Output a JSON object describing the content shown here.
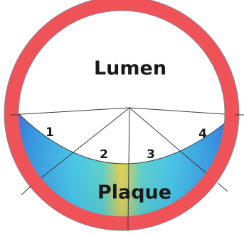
{
  "diagram": {
    "regions": {
      "lumen": "Lumen",
      "plaque": "Plaque"
    },
    "segments": [
      "1",
      "2",
      "3",
      "4"
    ],
    "colors": {
      "vessel_wall": "#ef5257",
      "wall_outline": "#8a8aa0",
      "divider_lines": "#3a3a3a",
      "plaque_gradient": [
        "#6a3fbf",
        "#2f8fde",
        "#3fc4e6",
        "#57d1c6",
        "#f2d23a",
        "#57d1c6",
        "#3fc4e6",
        "#2f8fde",
        "#6a3fbf"
      ]
    }
  }
}
